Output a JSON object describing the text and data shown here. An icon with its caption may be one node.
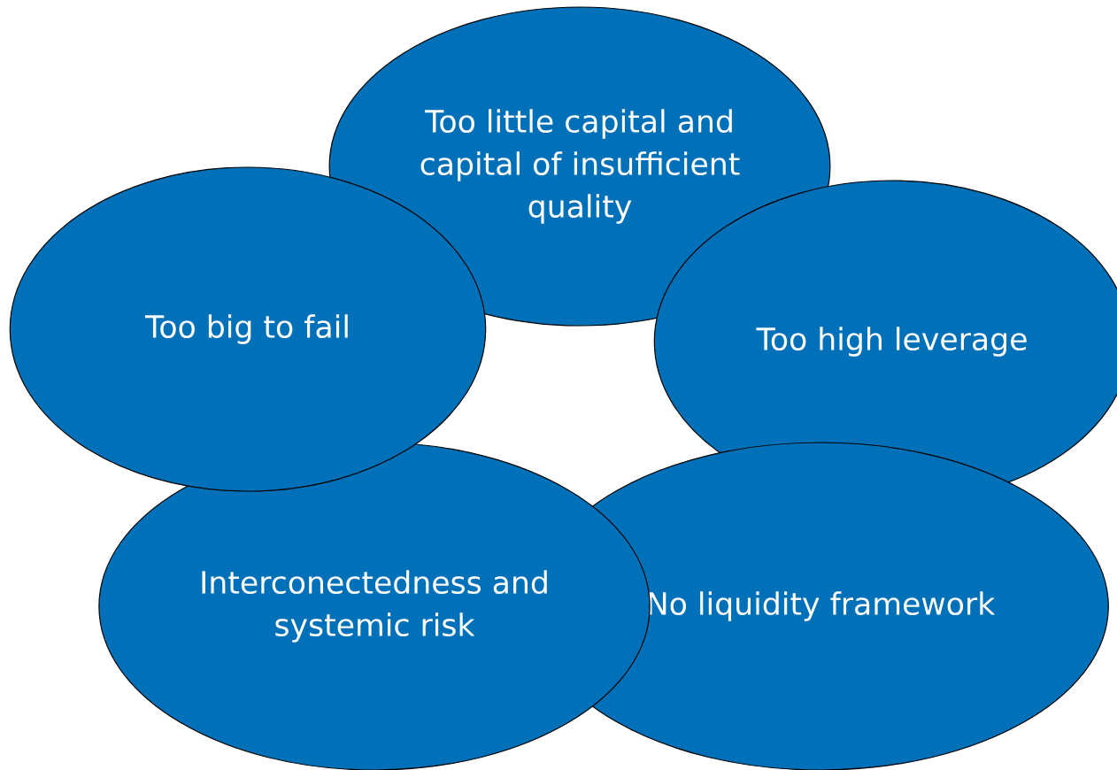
{
  "diagram": {
    "nodes": [
      {
        "text": [
          "Too little capital and capital of insufficient quality"
        ]
      },
      {
        "text": [
          "Too big to fail"
        ]
      },
      {
        "text": [
          "Too high leverage"
        ]
      },
      {
        "text": [
          "Interconectedness and systemic risk"
        ]
      },
      {
        "text": [
          "No liquidity framework"
        ]
      }
    ]
  }
}
